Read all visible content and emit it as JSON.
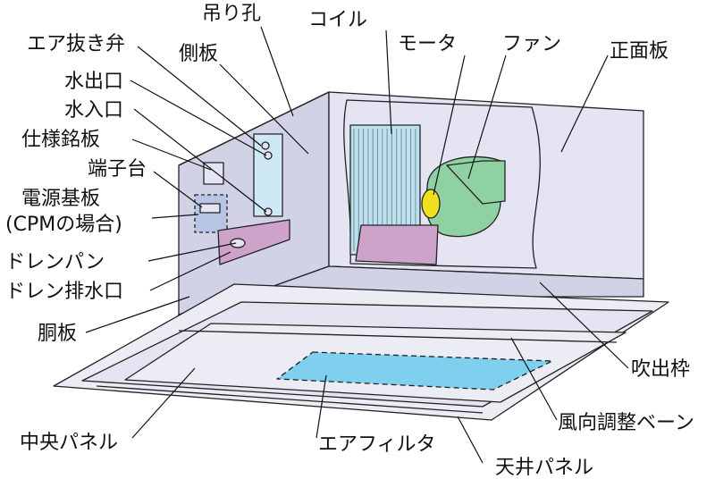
{
  "labels": {
    "hanger_hole": "吊り孔",
    "air_vent_valve": "エア抜き弁",
    "side_plate": "側板",
    "coil": "コイル",
    "motor": "モータ",
    "fan": "ファン",
    "front_plate": "正面板",
    "water_outlet": "水出口",
    "water_inlet": "水入口",
    "spec_plate": "仕様銘板",
    "terminal_block": "端子台",
    "power_board": "電源基板",
    "power_board_note": "(CPMの場合)",
    "drain_pan": "ドレンパン",
    "drain_outlet": "ドレン排水口",
    "body_plate": "胴板",
    "outlet_frame": "吹出枠",
    "louver": "風向調整ベーン",
    "center_panel": "中央パネル",
    "air_filter": "エアフィルタ",
    "ceiling_panel": "天井パネル"
  },
  "colors": {
    "body": "#e4e4f2",
    "body_shade": "#d2d2e6",
    "coil": "#bfe0ea",
    "coil_fin": "#6a94a8",
    "fan": "#8fd1a3",
    "motor": "#f0e020",
    "drain_pan": "#cda3c9",
    "water_plate": "#cfe8f5",
    "filter": "#7fcfef",
    "board": "#b8c4e4",
    "panel": "#ececf5"
  }
}
